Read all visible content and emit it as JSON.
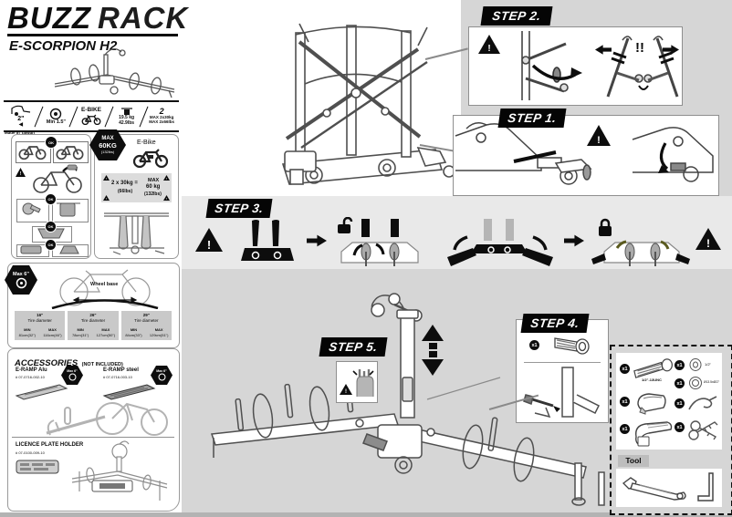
{
  "colors": {
    "page_gray": "#d6d6d6",
    "band_gray": "#e9e9e9",
    "ink_black": "#0d0d0d",
    "cell_gray": "#c9c9c9"
  },
  "brand": {
    "logo_part1": "BUZZ",
    "logo_part2": "RACK",
    "model": "E-SCORPION H2",
    "made_in": "Made in Taiwan"
  },
  "spec_strip": {
    "hitch_size": "2\"",
    "min_clearance": "Min 1.5\"",
    "ebike_label": "E-BIKE",
    "weight_kg": "19.5 kg",
    "weight_lbs": "42.9lbs",
    "bike_count": "2",
    "max_total_kg": "MAX 2x30kg",
    "max_total_lbs": "MAX 2x66lbs"
  },
  "usage_panel": {
    "ok_label": "OK",
    "warning_mark": "!"
  },
  "load_panel": {
    "badge_max": "MAX",
    "badge_weight": "60KG",
    "badge_lbs": "(132lbs)",
    "ebike_label": "E-Bike",
    "calc_formula": "2 x 30kg =",
    "calc_formula_lbs": "(66lbs)",
    "calc_max": "MAX",
    "calc_weight": "60 kg",
    "calc_lbs": "(132lbs)"
  },
  "wheel_panel": {
    "badge": "Max 6\"",
    "wheelbase_label": "Wheel base",
    "min_label": "MIN",
    "max_label": "MAX",
    "columns": [
      {
        "size": "16\"",
        "header": "Tire diameter",
        "min": "81cm(32\")",
        "max": "116cm(46\")"
      },
      {
        "size": "26\"",
        "header": "Tire diameter",
        "min": "78cm(31\")",
        "max": "127cm(50\")"
      },
      {
        "size": "29\"",
        "header": "Tire diameter",
        "min": "84cm(33\")",
        "max": "129cm(51\")"
      }
    ]
  },
  "accessories": {
    "title": "ACCESSORIES",
    "subtitle": "(NOT INCLUDED)",
    "badge": "Max 6\"",
    "items": [
      {
        "name": "E-RAMP Alu",
        "part": "# 07-0716-002-10"
      },
      {
        "name": "E-RAMP steel",
        "part": "# 07-0716-003-10"
      },
      {
        "name": "LICENCE PLATE HOLDER",
        "part": "# 07-0100-009-10"
      }
    ]
  },
  "steps": {
    "step1": "STEP 1.",
    "step2": "STEP 2.",
    "step3": "STEP 3.",
    "step4": "STEP 4.",
    "step5": "STEP 5.",
    "attention": "!!",
    "warning_mark": "!",
    "step4_qty": "x1"
  },
  "parts_box": {
    "tool_label": "Tool",
    "bolt_qty": "x1",
    "bolt_label": "1/2\"-13UNC",
    "washer1_qty": "x1",
    "washer1_label": "1/2\"",
    "washer2_qty": "x1",
    "washer2_label": "Ø13.5xØ27",
    "cover_qty": "x1",
    "clip_qty": "x1",
    "strap_qty": "x1",
    "keys_qty": "x1"
  }
}
